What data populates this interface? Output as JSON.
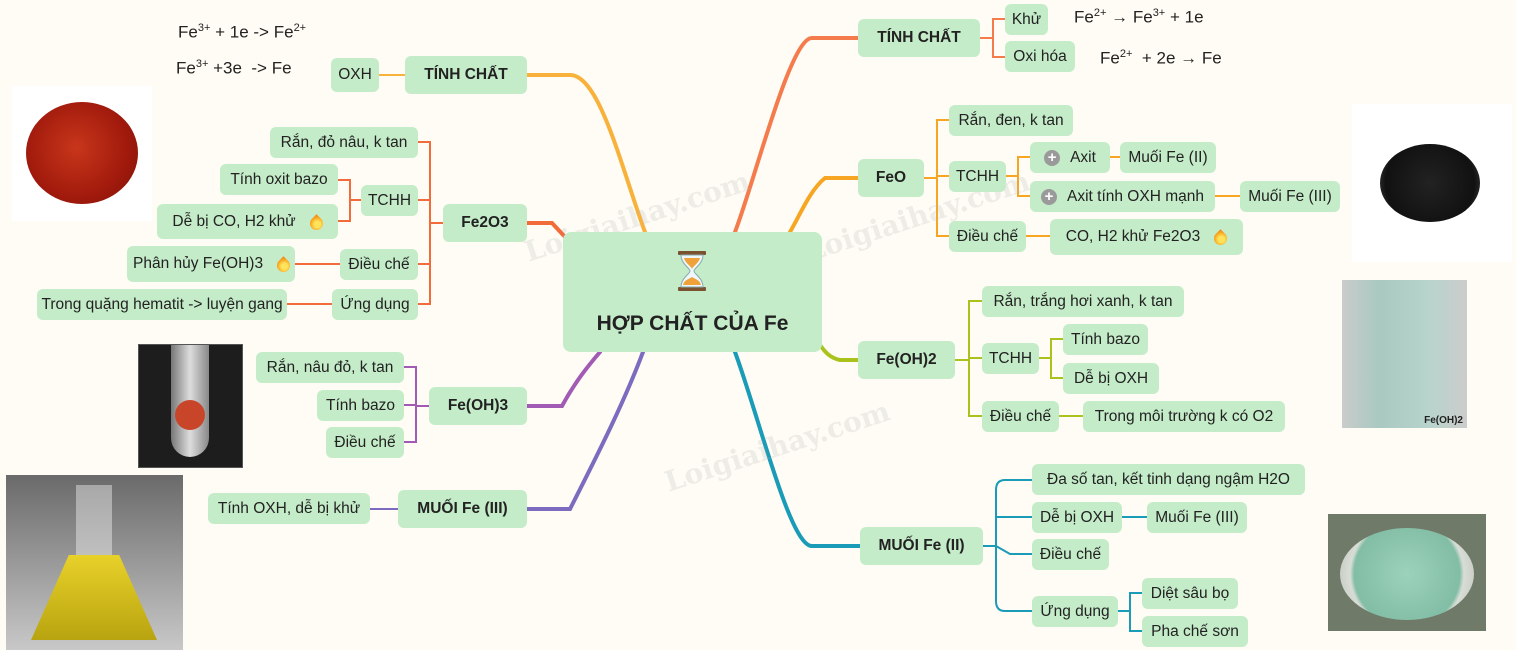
{
  "center": {
    "title": "HỢP CHẤT CỦA Fe",
    "icon": "hourglass-icon"
  },
  "watermark": "Loigiaihay.com",
  "colors": {
    "node_bg": "#c5ecc9",
    "background": "#fefcf4"
  },
  "left": {
    "tinh_chat": {
      "label": "TÍNH CHẤT",
      "oxh": "OXH",
      "eq1": {
        "a": "Fe",
        "a_sup": "3+",
        "b": " + 1e -> Fe",
        "b_sup": "2+"
      },
      "eq2": {
        "a": "Fe",
        "a_sup": "3+",
        "b": " +3e  -> Fe"
      }
    },
    "fe2o3": {
      "label": "Fe2O3",
      "state": "Rắn, đỏ nâu, k tan",
      "tchh": "TCHH",
      "tchh_items": [
        "Tính oxit bazo",
        "Dễ bị CO, H2 khử"
      ],
      "dieu_che": "Điều chế",
      "dieu_che_item": "Phân hủy Fe(OH)3",
      "ung_dung": "Ứng dụng",
      "ung_dung_item": "Trong quặng hematit -> luyện gang"
    },
    "feoh3": {
      "label": "Fe(OH)3",
      "items": [
        "Rắn, nâu đỏ, k tan",
        "Tính bazo",
        "Điều chế"
      ]
    },
    "muoi3": {
      "label": "MUỐI Fe (III)",
      "item": "Tính OXH, dễ bị khử"
    }
  },
  "right": {
    "tinh_chat": {
      "label": "TÍNH CHẤT",
      "khu": "Khử",
      "oxi_hoa": "Oxi hóa",
      "eq1": {
        "a": "Fe",
        "a_sup": "2+",
        "b": " → Fe",
        "b_sup": "3+",
        "c": " + 1e"
      },
      "eq2": {
        "a": "Fe",
        "a_sup": "2+",
        "b": "  + 2e → Fe"
      }
    },
    "feo": {
      "label": "FeO",
      "state": "Rắn, đen, k tan",
      "tchh": "TCHH",
      "axit": "Axit",
      "axit_result": "Muối Fe (II)",
      "axit_oxh": "Axit tính OXH mạnh",
      "axit_oxh_result": "Muối Fe (III)",
      "dieu_che": "Điều chế",
      "dieu_che_item": "CO, H2 khử Fe2O3"
    },
    "feoh2": {
      "label": "Fe(OH)2",
      "state": "Rắn, trắng hơi xanh, k tan",
      "tchh": "TCHH",
      "tchh_items": [
        "Tính bazo",
        "Dễ bị OXH"
      ],
      "dieu_che": "Điều chế",
      "dieu_che_item": "Trong môi trường k có O2",
      "image_caption": "Fe(OH)2"
    },
    "muoi2": {
      "label": "MUỐI Fe (II)",
      "item1": "Đa số tan, kết tinh dạng ngậm H2O",
      "oxh": "Dễ bị OXH",
      "oxh_result": "Muối Fe (III)",
      "dieu_che": "Điều chế",
      "ung_dung": "Ứng dụng",
      "ung_dung_items": [
        "Diệt sâu bọ",
        "Pha chế sơn"
      ]
    }
  }
}
